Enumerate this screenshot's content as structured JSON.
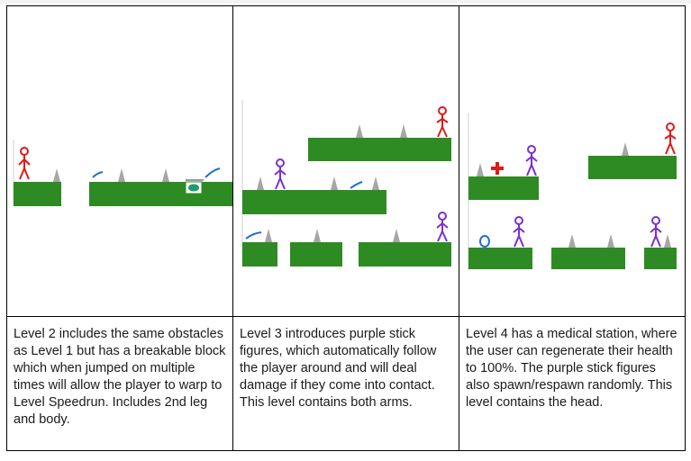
{
  "panels": [
    {
      "caption": "Level 2 includes the same obstacles as Level 1 but has a breakable block which when jumped on multiple times will allow the player to warp to Level Speedrun. Includes 2nd leg and body."
    },
    {
      "caption": "Level 3 introduces purple stick figures, which automatically follow the player around and will deal damage if they come into contact. This level contains both arms."
    },
    {
      "caption": "Level 4 has a medical station, where the user can regenerate their health to 100%. The purple stick figures also spawn/respawn randomly. This level contains the head."
    }
  ],
  "colors": {
    "platform": "#2e8b24",
    "spike": "#a6a6a6",
    "player": "#e11a1a",
    "enemy": "#7b2fd0",
    "powerup": "#1f6fd1",
    "medical": "#e11a1a"
  }
}
